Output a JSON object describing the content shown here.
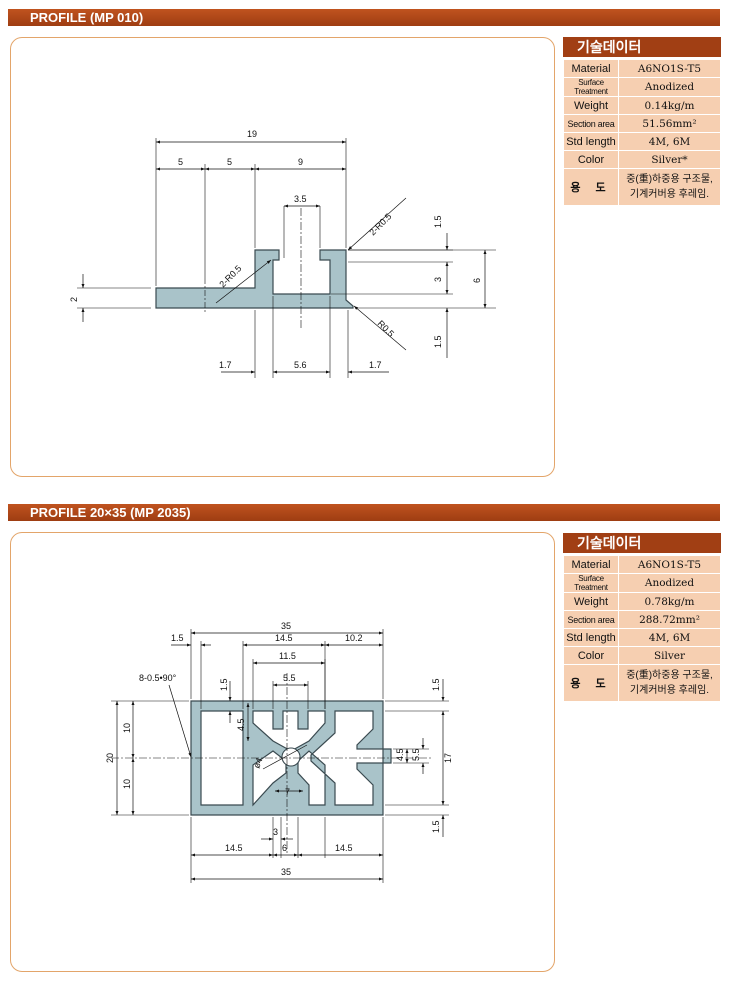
{
  "profile1": {
    "header": "PROFILE  (MP 010)",
    "dims": {
      "total_width": "19",
      "w5a": "5",
      "w5b": "5",
      "w9": "9",
      "slot": "3.5",
      "r_left": "2-R0.5",
      "r_right": "2-R0.5",
      "r_bottom": "R0.5",
      "t2": "2",
      "h1_5_top": "1.5",
      "h3": "3",
      "h6": "6",
      "h1_5_bottom": "1.5",
      "b1_7_left": "1.7",
      "b5_6": "5.6",
      "b1_7_right": "1.7"
    },
    "spec": {
      "title": "기술데이터",
      "rows": [
        {
          "key": "Material",
          "value": "A6NO1S-T5"
        },
        {
          "key": "Surface Treatment",
          "value": "Anodized"
        },
        {
          "key": "Weight",
          "value": "0.14kg/m"
        },
        {
          "key": "Section area",
          "value": "51.56mm²"
        },
        {
          "key": "Std length",
          "value": "4M, 6M"
        },
        {
          "key": "Color",
          "value": "Silver*"
        }
      ],
      "use_key": "용 도",
      "use_line1": "중(重)하중용 구조물,",
      "use_line2": "기계커버용 후레임."
    }
  },
  "profile2": {
    "header": "PROFILE 20×35 (MP 2035)",
    "dims": {
      "w35_top": "35",
      "w1_5": "1.5",
      "w14_5_top": "14.5",
      "w10_2": "10.2",
      "w11_5": "11.5",
      "w5_5": "5.5",
      "chamfer": "8-0.5•90°",
      "v1_5_left": "1.5",
      "v4_5_left": "4.5",
      "v10_top": "10",
      "v20": "20",
      "v10_bottom": "10",
      "dia": "ø4",
      "w7": "7",
      "v1_5_rt": "1.5",
      "v4_5_r": "4.5",
      "v5_5_r": "5.5",
      "v17": "17",
      "v1_5_rb": "1.5",
      "w3": "3",
      "w14_5_bl": "14.5",
      "w6": "6",
      "w14_5_br": "14.5",
      "w35_bottom": "35"
    },
    "spec": {
      "title": "기술데이터",
      "rows": [
        {
          "key": "Material",
          "value": "A6NO1S-T5"
        },
        {
          "key": "Surface Treatment",
          "value": "Anodized"
        },
        {
          "key": "Weight",
          "value": "0.78kg/m"
        },
        {
          "key": "Section area",
          "value": "288.72mm²"
        },
        {
          "key": "Std length",
          "value": "4M, 6M"
        },
        {
          "key": "Color",
          "value": "Silver"
        }
      ],
      "use_key": "용 도",
      "use_line1": "중(重)하중용 구조물,",
      "use_line2": "기계커버용 후레임."
    }
  },
  "colors": {
    "header_bar": "#a8441a",
    "panel_border": "#e3a56a",
    "spec_fill": "#f6cfb1",
    "profile_fill": "#a9c3c9"
  }
}
